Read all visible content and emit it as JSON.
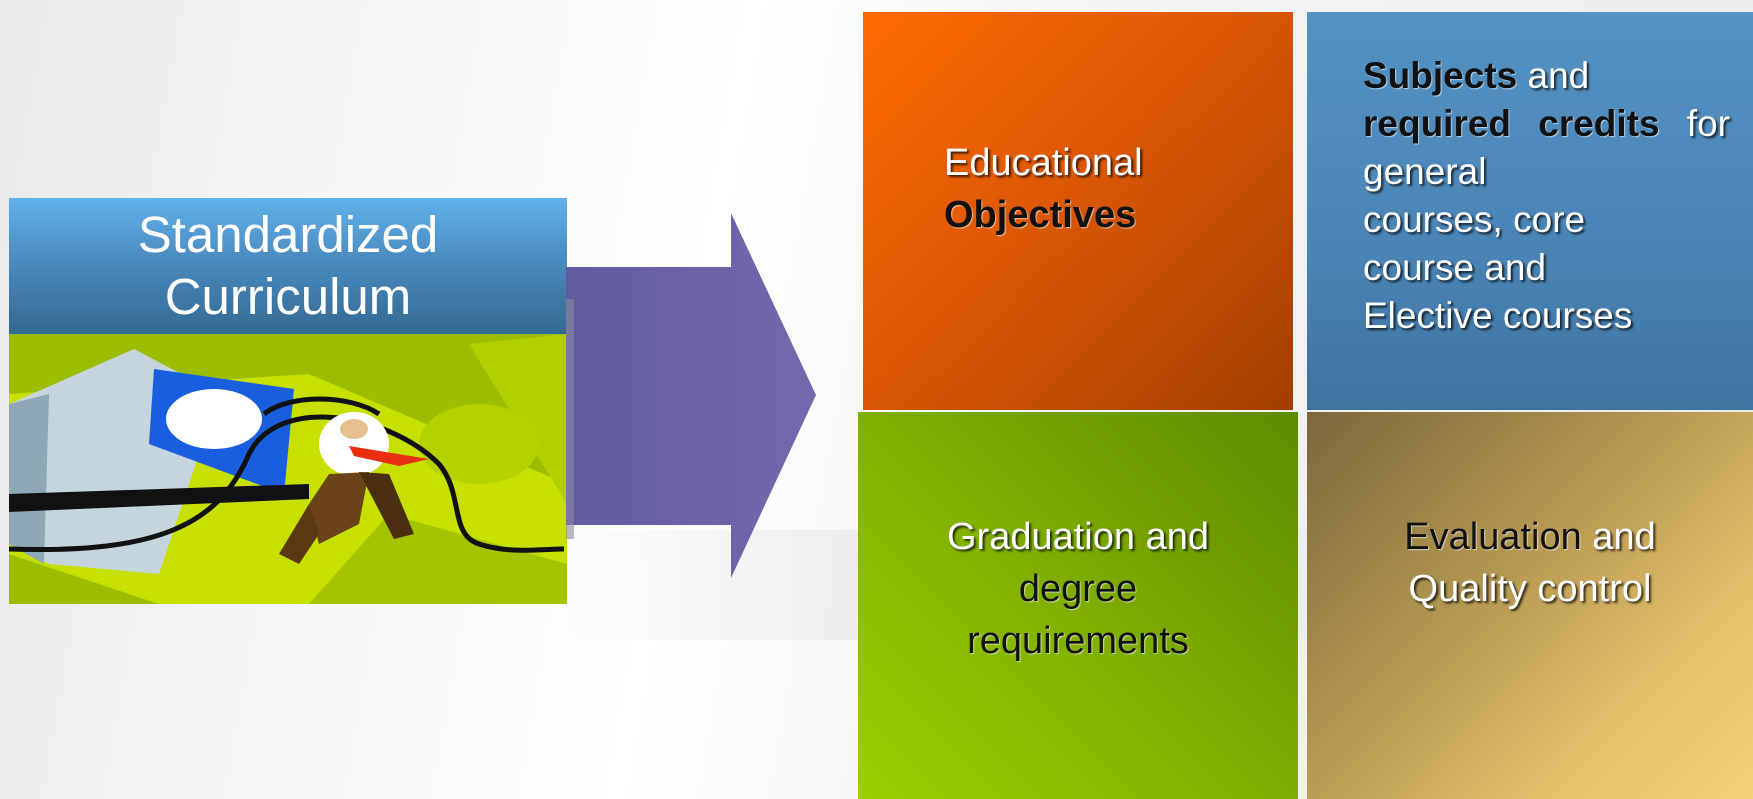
{
  "left_box": {
    "title_line1": "Standardized",
    "title_line2": "Curriculum"
  },
  "quadrants": {
    "top_left": {
      "line1": "Educational",
      "line2_bold": "Objectives"
    },
    "top_right": {
      "line1_bold": "Subjects",
      "line1_rest": " and",
      "line2_bold_a": "required",
      "line2_bold_b": "credits",
      "line2_rest": "for",
      "line3": "general",
      "line4": "courses, core",
      "line5": "course and",
      "line6": "Elective courses"
    },
    "bottom_left": {
      "line1": "Graduation and",
      "line2": "degree",
      "line3": "requirements"
    },
    "bottom_right": {
      "line1_bold": "Evaluation",
      "line1_rest": " and",
      "line2": "Quality control"
    }
  },
  "colors": {
    "orange": "#e05a04",
    "blue": "#4a84b6",
    "green": "#86b800",
    "gold": "#c9a75c",
    "arrow": "#6b64a8",
    "header": "#4a8bc0"
  }
}
